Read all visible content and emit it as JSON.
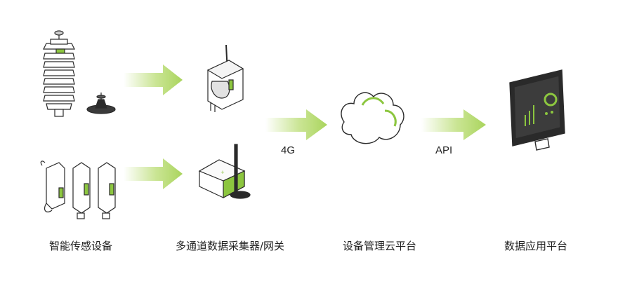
{
  "stages": [
    {
      "label": "智能传感设备"
    },
    {
      "label": "多通道数据采集器/网关"
    },
    {
      "label": "设备管理云平台"
    },
    {
      "label": "数据应用平台"
    }
  ],
  "connections": [
    {
      "label": "4G"
    },
    {
      "label": "API"
    }
  ],
  "icons": {
    "sensor_station": "weather-sensor-shield-icon",
    "probe": "ground-probe-icon",
    "wall_sensors": "wall-mount-sensor-icon",
    "gateway_wall": "wall-mount-gateway-icon",
    "gateway_box": "antenna-gateway-box-icon",
    "cloud": "cloud-icon",
    "monitor": "monitor-dashboard-icon",
    "arrow": "gradient-arrow-icon"
  },
  "colors": {
    "accent_green": "#8cc63f",
    "arrow_green": "#b8dc70",
    "outline": "#2a2a2a",
    "text": "#222222"
  }
}
